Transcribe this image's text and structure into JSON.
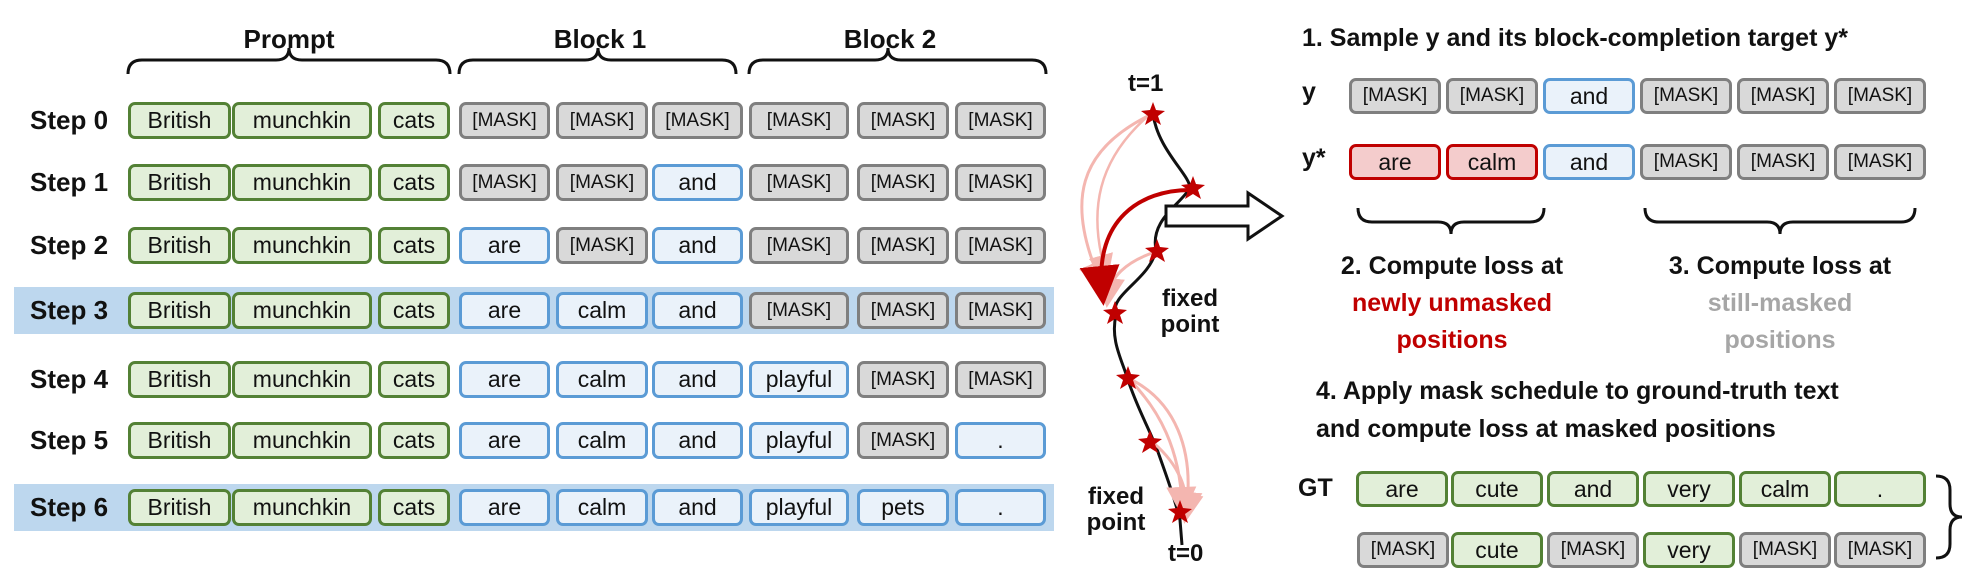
{
  "headers": {
    "prompt": "Prompt",
    "block1": "Block 1",
    "block2": "Block 2"
  },
  "steps": [
    {
      "label": "Step 0",
      "highlight": false,
      "tokens": [
        [
          "British",
          "prompt"
        ],
        [
          "munchkin",
          "prompt"
        ],
        [
          "cats",
          "prompt"
        ],
        [
          "[MASK]",
          "mask"
        ],
        [
          "[MASK]",
          "mask"
        ],
        [
          "[MASK]",
          "mask"
        ],
        [
          "[MASK]",
          "mask"
        ],
        [
          "[MASK]",
          "mask"
        ],
        [
          "[MASK]",
          "mask"
        ]
      ]
    },
    {
      "label": "Step 1",
      "highlight": false,
      "tokens": [
        [
          "British",
          "prompt"
        ],
        [
          "munchkin",
          "prompt"
        ],
        [
          "cats",
          "prompt"
        ],
        [
          "[MASK]",
          "mask"
        ],
        [
          "[MASK]",
          "mask"
        ],
        [
          "and",
          "filled"
        ],
        [
          "[MASK]",
          "mask"
        ],
        [
          "[MASK]",
          "mask"
        ],
        [
          "[MASK]",
          "mask"
        ]
      ]
    },
    {
      "label": "Step 2",
      "highlight": false,
      "tokens": [
        [
          "British",
          "prompt"
        ],
        [
          "munchkin",
          "prompt"
        ],
        [
          "cats",
          "prompt"
        ],
        [
          "are",
          "filled"
        ],
        [
          "[MASK]",
          "mask"
        ],
        [
          "and",
          "filled"
        ],
        [
          "[MASK]",
          "mask"
        ],
        [
          "[MASK]",
          "mask"
        ],
        [
          "[MASK]",
          "mask"
        ]
      ]
    },
    {
      "label": "Step 3",
      "highlight": true,
      "tokens": [
        [
          "British",
          "prompt"
        ],
        [
          "munchkin",
          "prompt"
        ],
        [
          "cats",
          "prompt"
        ],
        [
          "are",
          "filled"
        ],
        [
          "calm",
          "filled"
        ],
        [
          "and",
          "filled"
        ],
        [
          "[MASK]",
          "mask"
        ],
        [
          "[MASK]",
          "mask"
        ],
        [
          "[MASK]",
          "mask"
        ]
      ]
    },
    {
      "label": "Step 4",
      "highlight": false,
      "tokens": [
        [
          "British",
          "prompt"
        ],
        [
          "munchkin",
          "prompt"
        ],
        [
          "cats",
          "prompt"
        ],
        [
          "are",
          "filled"
        ],
        [
          "calm",
          "filled"
        ],
        [
          "and",
          "filled"
        ],
        [
          "playful",
          "filled"
        ],
        [
          "[MASK]",
          "mask"
        ],
        [
          "[MASK]",
          "mask"
        ]
      ]
    },
    {
      "label": "Step 5",
      "highlight": false,
      "tokens": [
        [
          "British",
          "prompt"
        ],
        [
          "munchkin",
          "prompt"
        ],
        [
          "cats",
          "prompt"
        ],
        [
          "are",
          "filled"
        ],
        [
          "calm",
          "filled"
        ],
        [
          "and",
          "filled"
        ],
        [
          "playful",
          "filled"
        ],
        [
          "[MASK]",
          "mask"
        ],
        [
          ".",
          "filled"
        ]
      ]
    },
    {
      "label": "Step 6",
      "highlight": true,
      "tokens": [
        [
          "British",
          "prompt"
        ],
        [
          "munchkin",
          "prompt"
        ],
        [
          "cats",
          "prompt"
        ],
        [
          "are",
          "filled"
        ],
        [
          "calm",
          "filled"
        ],
        [
          "and",
          "filled"
        ],
        [
          "playful",
          "filled"
        ],
        [
          "pets",
          "filled"
        ],
        [
          ".",
          "filled"
        ]
      ]
    }
  ],
  "trajectory": {
    "t1": "t=1",
    "t0": "t=0",
    "fixed_point_mid": [
      "fixed",
      "point"
    ],
    "fixed_point_bottom": [
      "fixed",
      "point"
    ]
  },
  "right": {
    "title1": "1. Sample y and its block-completion target y*",
    "y_label": "y",
    "y_tokens": [
      [
        "[MASK]",
        "mask"
      ],
      [
        "[MASK]",
        "mask"
      ],
      [
        "and",
        "filled"
      ],
      [
        "[MASK]",
        "mask"
      ],
      [
        "[MASK]",
        "mask"
      ],
      [
        "[MASK]",
        "mask"
      ]
    ],
    "ystar_label": "y*",
    "ystar_tokens": [
      [
        "are",
        "new"
      ],
      [
        "calm",
        "new"
      ],
      [
        "and",
        "filled"
      ],
      [
        "[MASK]",
        "mask"
      ],
      [
        "[MASK]",
        "mask"
      ],
      [
        "[MASK]",
        "mask"
      ]
    ],
    "step2": [
      "2. Compute loss at",
      "newly unmasked",
      "positions"
    ],
    "step3": [
      "3. Compute loss at",
      "still-masked",
      "positions"
    ],
    "step4": [
      "4. Apply mask schedule to ground-truth text",
      "and compute loss at masked positions"
    ],
    "gt_label": "GT",
    "gt_tokens": [
      [
        "are",
        "gt"
      ],
      [
        "cute",
        "gt"
      ],
      [
        "and",
        "gt"
      ],
      [
        "very",
        "gt"
      ],
      [
        "calm",
        "gt"
      ],
      [
        ".",
        "gt"
      ]
    ],
    "gtmask_tokens": [
      [
        "[MASK]",
        "mask"
      ],
      [
        "cute",
        "gt"
      ],
      [
        "[MASK]",
        "mask"
      ],
      [
        "very",
        "gt"
      ],
      [
        "[MASK]",
        "mask"
      ],
      [
        "[MASK]",
        "mask"
      ]
    ]
  },
  "colors": {
    "red": "#c00000",
    "gray_text": "#a6a6a6",
    "pink_arrow": "#f4b6b0",
    "highlight": "#bdd7ee",
    "prompt_fill": "#e2efd9",
    "mask_fill": "#d9d9d9",
    "filled_fill": "#eaf2fa"
  }
}
